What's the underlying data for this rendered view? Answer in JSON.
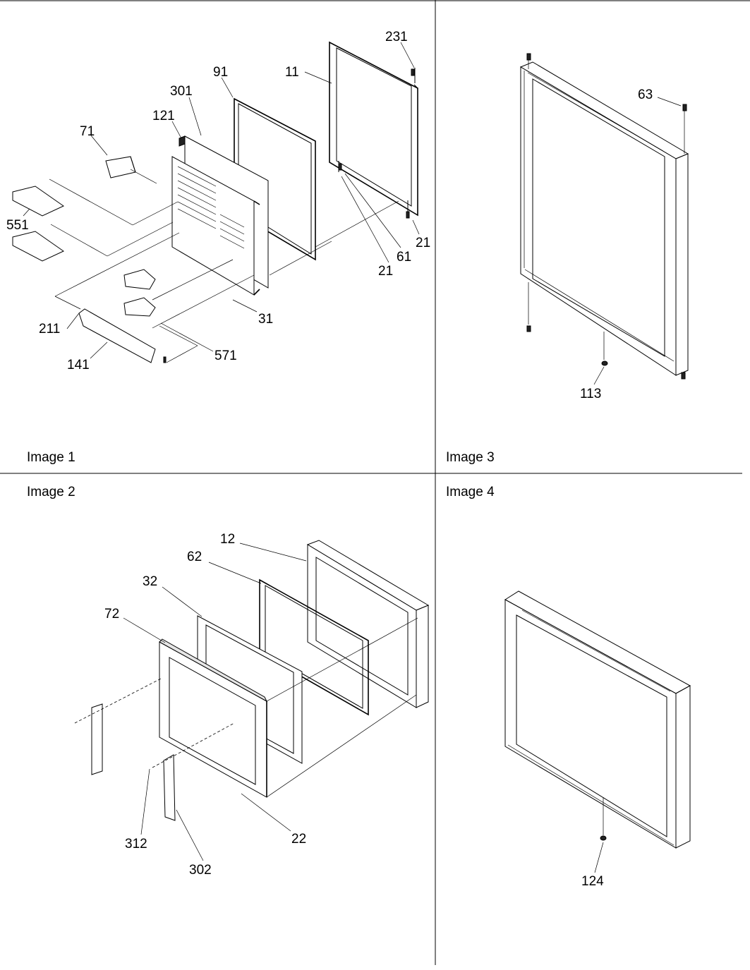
{
  "panes": {
    "image1": {
      "caption": "Image 1"
    },
    "image2": {
      "caption": "Image 2"
    },
    "image3": {
      "caption": "Image 3"
    },
    "image4": {
      "caption": "Image 4"
    }
  },
  "callouts": {
    "image1": [
      "231",
      "91",
      "11",
      "301",
      "121",
      "71",
      "551",
      "21",
      "61",
      "21",
      "31",
      "211",
      "571",
      "141"
    ],
    "image2": [
      "12",
      "62",
      "32",
      "72",
      "312",
      "302",
      "22"
    ],
    "image3": [
      "63",
      "113"
    ],
    "image4": [
      "124"
    ]
  }
}
